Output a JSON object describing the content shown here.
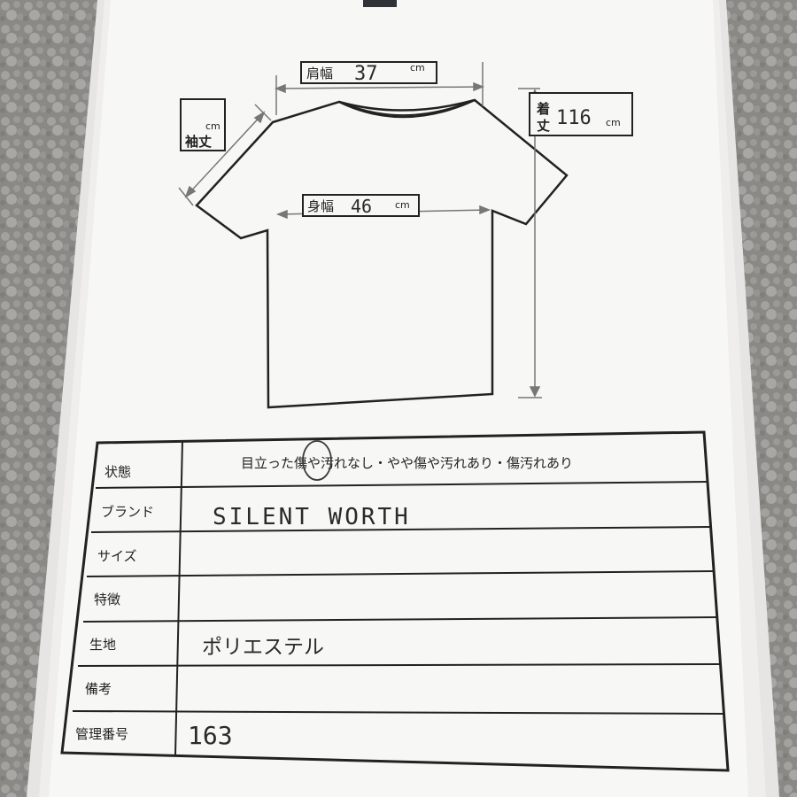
{
  "diagram": {
    "shoulder": {
      "label": "肩幅",
      "value": "37",
      "unit": "cm"
    },
    "sleeve": {
      "label": "袖丈",
      "value": "",
      "unit": "cm"
    },
    "length": {
      "label_top": "着",
      "label_bottom": "丈",
      "value": "116",
      "unit": "cm"
    },
    "body": {
      "label": "身幅",
      "value": "46",
      "unit": "cm"
    }
  },
  "table": {
    "rows": [
      {
        "label": "状態",
        "value": "目立った傷や汚れなし・やや傷や汚れあり・傷汚れあり"
      },
      {
        "label": "ブランド",
        "value": "SILENT WORTH"
      },
      {
        "label": "サイズ",
        "value": ""
      },
      {
        "label": "特徴",
        "value": ""
      },
      {
        "label": "生地",
        "value": "ポリエステル"
      },
      {
        "label": "備考",
        "value": ""
      },
      {
        "label": "管理番号",
        "value": "163"
      }
    ]
  }
}
